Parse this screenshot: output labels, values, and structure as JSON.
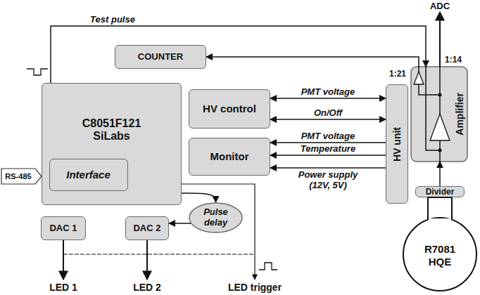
{
  "diagram": {
    "nodes": [
      {
        "text": [
          "COUNTER"
        ]
      },
      {
        "text": [
          "C8051F121 SiLabs"
        ]
      },
      {
        "text": [
          "Interface"
        ],
        "in": 1
      },
      {
        "text": [
          "HV control"
        ]
      },
      {
        "text": [
          "Monitor"
        ]
      },
      {
        "text": [
          "HV unit"
        ]
      },
      {
        "text": [
          "Amplifier"
        ]
      },
      {
        "text": [
          "Divider"
        ]
      },
      {
        "text": [
          "R7081 HQE"
        ]
      },
      {
        "text": [
          "DAC 1"
        ]
      },
      {
        "text": [
          "DAC 2"
        ]
      },
      {
        "text": [
          "Pulse delay"
        ]
      }
    ],
    "edges": [
      {
        "from": 6,
        "to": 0,
        "arrow": "to"
      },
      {
        "from": 3,
        "to": 5,
        "label": "PMT voltage",
        "arrow": "both"
      },
      {
        "from": 3,
        "to": 5,
        "label": "On/Off",
        "arrow": "both"
      },
      {
        "from": 5,
        "to": 4,
        "label": "PMT voltage",
        "arrow": "to"
      },
      {
        "from": 5,
        "to": 4,
        "label": "Temperature",
        "arrow": "to"
      },
      {
        "from": 5,
        "to": 4,
        "label": "Power supply (12V, 5V)",
        "arrow": "to"
      },
      {
        "from": 1,
        "to": 6,
        "label": "Test pulse",
        "arrow": "to"
      },
      {
        "from": 1,
        "to": 11,
        "arrow": "to"
      },
      {
        "from": 11,
        "to": 10,
        "arrow": "to"
      },
      {
        "from": 7,
        "to": 6,
        "arrow": "to"
      }
    ],
    "labels": [
      "ADC",
      "1:21",
      "1:14",
      "RS-485",
      "LED 1",
      "LED 2",
      "LED trigger"
    ]
  }
}
